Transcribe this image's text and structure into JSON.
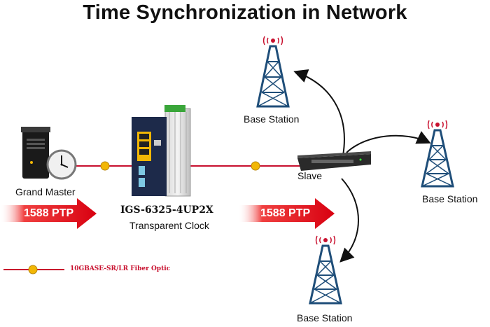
{
  "title": "Time Synchronization in Network",
  "nodes": {
    "grand_master": "Grand Master",
    "switch_model": "IGS-6325-4UP2X",
    "switch_role": "Transparent Clock",
    "slave": "Slave",
    "base_station_top": "Base Station",
    "base_station_right": "Base Station",
    "base_station_bottom": "Base Station"
  },
  "arrows": {
    "left": "1588 PTP",
    "middle": "1588 PTP"
  },
  "legend": {
    "fiber": "10GBASE-SR/LR Fiber Optic"
  },
  "colors": {
    "fiber_line": "#c8102e",
    "arrow_red": "#e8101e",
    "tower_blue": "#1f4e79",
    "transceiver_yellow": "#f2b705"
  }
}
